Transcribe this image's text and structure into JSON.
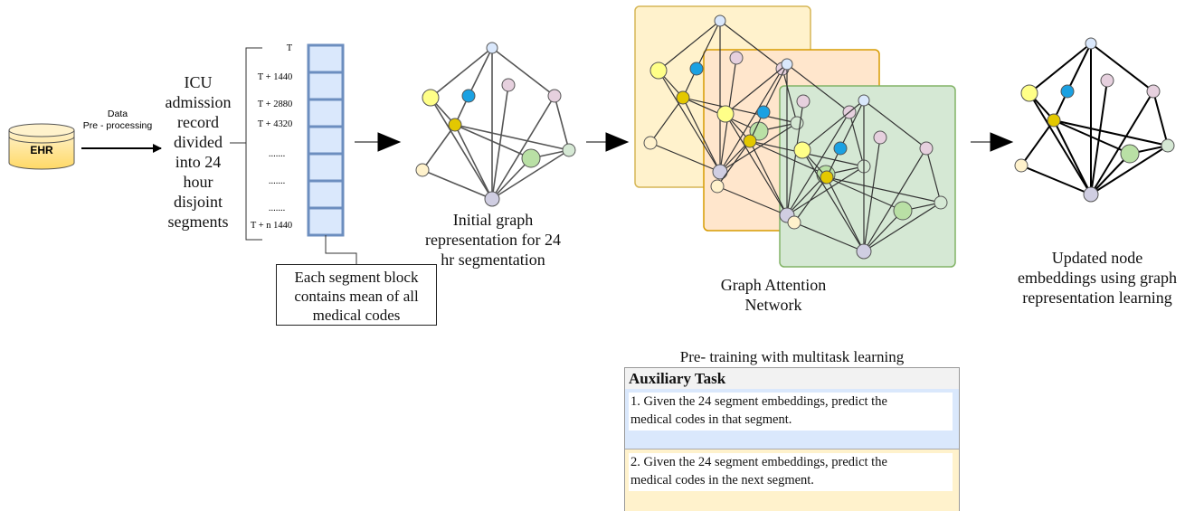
{
  "ehr": {
    "label": "EHR"
  },
  "preprocess": {
    "line1": "Data",
    "line2": "Pre - processing"
  },
  "icu_text": {
    "lines": [
      "ICU",
      "admission",
      "record",
      "divided",
      "into 24",
      "hour",
      "disjoint",
      "segments"
    ]
  },
  "timeline": {
    "labels": [
      "T",
      "T + 1440",
      "T + 2880",
      "T + 4320",
      ".......",
      ".......",
      ".......",
      "T + n 1440"
    ]
  },
  "callout": {
    "lines": [
      "Each segment block",
      "contains mean of all",
      "medical codes"
    ]
  },
  "initial_graph": {
    "lines": [
      "Initial graph",
      "representation for 24",
      "hr segmentation"
    ]
  },
  "gat": {
    "lines": [
      "Graph Attention",
      "Network"
    ]
  },
  "updated": {
    "lines": [
      "Updated node",
      "embeddings using graph",
      "representation learning"
    ]
  },
  "pretrain": {
    "title": "Pre- training with multitask learning",
    "header": "Auxiliary Task",
    "task1": [
      "1. Given the 24 segment embeddings, predict the",
      "medical codes in that segment."
    ],
    "task2": [
      "2. Given the 24 segment embeddings, predict the",
      "medical codes in the next segment."
    ]
  },
  "colors": {
    "node_top": "#dae8fc",
    "node_blue": "#1ba1e2",
    "node_yellow": "#ffff88",
    "node_pink": "#e6d0de",
    "node_gold": "#e3c800",
    "node_light_green": "#d5e8d4",
    "node_green": "#b9e0a5",
    "node_peach": "#fff2cc",
    "node_purple": "#d0cee2",
    "panel_yellow": "#fff2cc",
    "panel_orange": "#ffe6cc",
    "panel_green": "#d5e8d4"
  }
}
